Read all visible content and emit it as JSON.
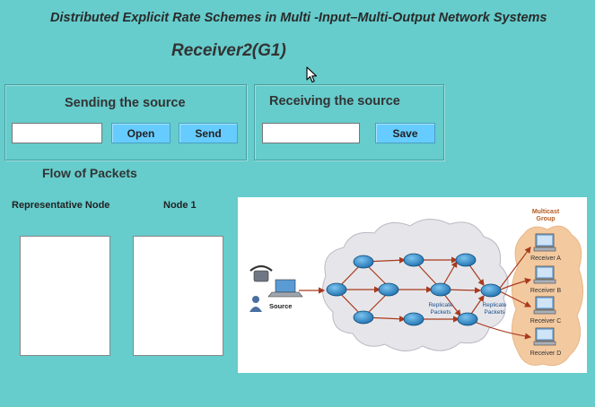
{
  "app": {
    "title": "Distributed Explicit Rate Schemes in Multi -Input–Multi-Output Network Systems",
    "window_title": "Receiver2(G1)"
  },
  "sending_panel": {
    "title": "Sending the source",
    "input_value": "",
    "open_label": "Open",
    "send_label": "Send"
  },
  "receiving_panel": {
    "title": "Receiving the source",
    "input_value": "",
    "save_label": "Save"
  },
  "flow": {
    "title": "Flow of Packets",
    "representative_label": "Representative Node",
    "node1_label": "Node 1"
  },
  "diagram": {
    "multicast_label": "Multicast",
    "group_label": "Group",
    "source_label": "Source",
    "replicate_label_1": "Replicate",
    "packets_label_1": "Packets",
    "replicate_label_2": "Replicate",
    "packets_label_2": "Packets",
    "receivers": [
      "Receiver A",
      "Receiver B",
      "Receiver C",
      "Receiver D"
    ]
  },
  "colors": {
    "background": "#66cccc",
    "button": "#66ccff",
    "router": "#2a86c8",
    "arrow": "#a83a1e",
    "cloud": "#e6e6ea",
    "multicast_group": "#f3c9a0"
  },
  "icons": [
    "mouse-cursor-icon",
    "router-icon",
    "computer-icon",
    "telephone-icon",
    "laptop-icon",
    "person-icon"
  ]
}
